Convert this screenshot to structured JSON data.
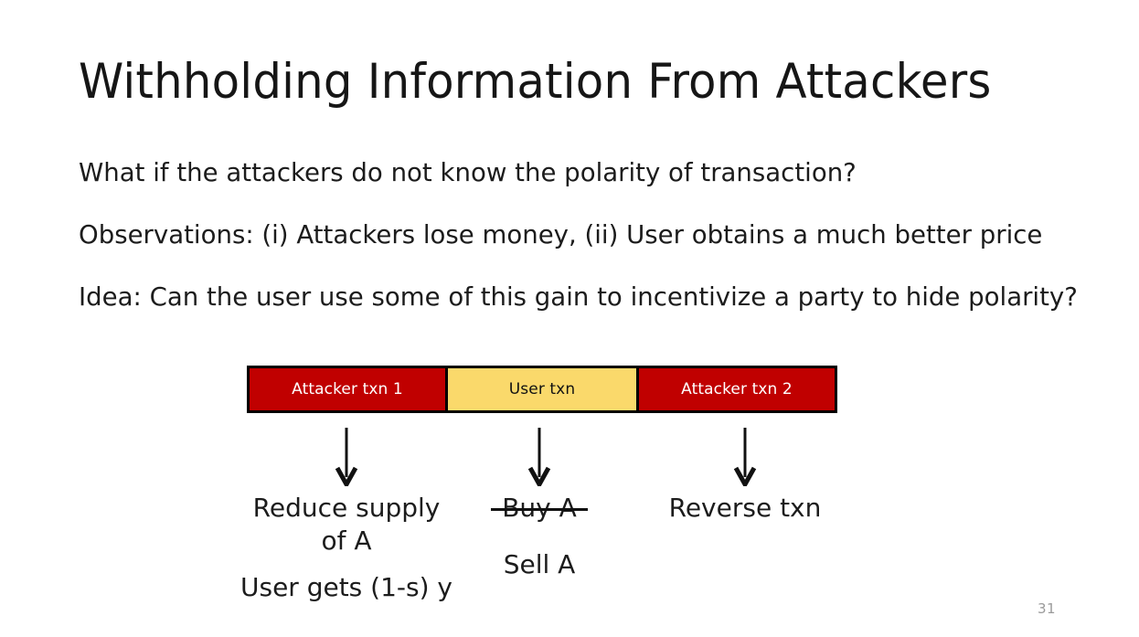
{
  "slide": {
    "title": "Withholding Information From Attackers",
    "page_number": "31",
    "background_color": "#ffffff",
    "body_lines": [
      "What if the attackers do not know the polarity of transaction?",
      "Observations: (i) Attackers lose money, (ii) User obtains a much better price",
      "Idea: Can the user use some of this gain to incentivize a party to hide polarity?"
    ],
    "diagram": {
      "bar_segments": [
        {
          "label": "Attacker txn 1",
          "fill": "#C00000",
          "text_color": "#ffffff"
        },
        {
          "label": "User txn",
          "fill": "#FAD96B",
          "text_color": "#121212"
        },
        {
          "label": "Attacker txn 2",
          "fill": "#C00000",
          "text_color": "#ffffff"
        }
      ],
      "arrows": [
        {
          "name": "arrow-down-attacker-1"
        },
        {
          "name": "arrow-down-user"
        },
        {
          "name": "arrow-down-attacker-2"
        }
      ],
      "captions": {
        "left_line1": "Reduce supply",
        "left_line2": "of A",
        "left_extra": "User gets (1-s) y",
        "middle_struck": "Buy A",
        "middle_replacement": "Sell A",
        "right": "Reverse txn"
      }
    }
  }
}
